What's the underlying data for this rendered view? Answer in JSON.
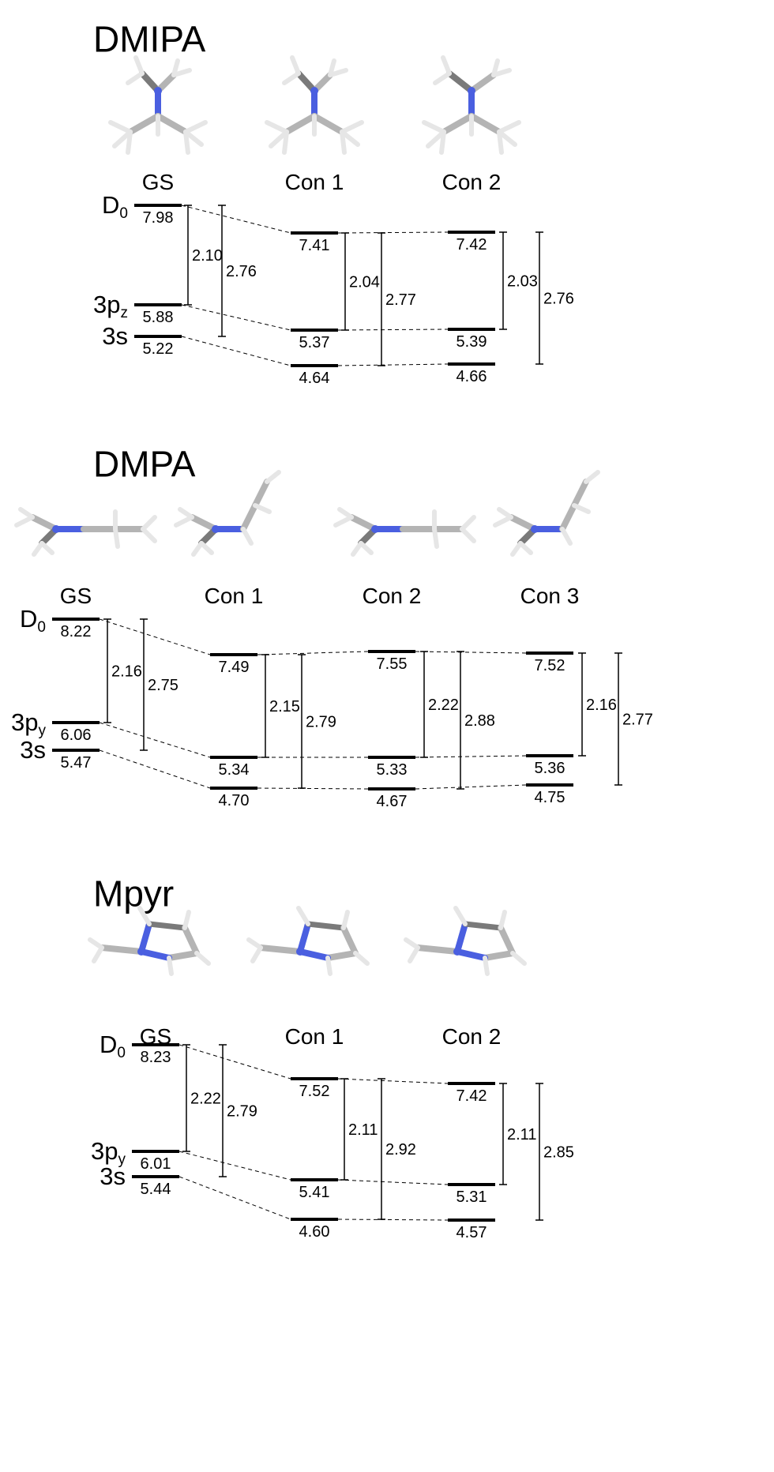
{
  "panels": [
    {
      "title": "DMIPA",
      "conformers": [
        "GS",
        "Con 1",
        "Con 2"
      ],
      "states": [
        {
          "main": "D",
          "sub": "0"
        },
        {
          "main": "3p",
          "sub": "z"
        },
        {
          "main": "3s",
          "sub": ""
        }
      ],
      "levels": [
        [
          "7.98",
          "5.88",
          "5.22"
        ],
        [
          "7.41",
          "5.37",
          "4.64"
        ],
        [
          "7.42",
          "5.39",
          "4.66"
        ]
      ],
      "gaps": [
        [
          "2.10",
          "2.76"
        ],
        [
          "2.04",
          "2.77"
        ],
        [
          "2.03",
          "2.76"
        ]
      ]
    },
    {
      "title": "DMPA",
      "conformers": [
        "GS",
        "Con 1",
        "Con 2",
        "Con 3"
      ],
      "states": [
        {
          "main": "D",
          "sub": "0"
        },
        {
          "main": "3p",
          "sub": "y"
        },
        {
          "main": "3s",
          "sub": ""
        }
      ],
      "levels": [
        [
          "8.22",
          "6.06",
          "5.47"
        ],
        [
          "7.49",
          "5.34",
          "4.70"
        ],
        [
          "7.55",
          "5.33",
          "4.67"
        ],
        [
          "7.52",
          "5.36",
          "4.75"
        ]
      ],
      "gaps": [
        [
          "2.16",
          "2.75"
        ],
        [
          "2.15",
          "2.79"
        ],
        [
          "2.22",
          "2.88"
        ],
        [
          "2.16",
          "2.77"
        ]
      ]
    },
    {
      "title": "Mpyr",
      "conformers": [
        "GS",
        "Con 1",
        "Con 2"
      ],
      "states": [
        {
          "main": "D",
          "sub": "0"
        },
        {
          "main": "3p",
          "sub": "y"
        },
        {
          "main": "3s",
          "sub": ""
        }
      ],
      "levels": [
        [
          "8.23",
          "6.01",
          "5.44"
        ],
        [
          "7.52",
          "5.41",
          "4.60"
        ],
        [
          "7.42",
          "5.31",
          "4.57"
        ]
      ],
      "gaps": [
        [
          "2.22",
          "2.79"
        ],
        [
          "2.11",
          "2.92"
        ],
        [
          "2.11",
          "2.85"
        ]
      ]
    }
  ],
  "colors": {
    "carbon": "#b4b4b4",
    "carbon_dark": "#7a7a7a",
    "hydrogen": "#e6e6e6",
    "nitrogen": "#4a5fe0",
    "line": "#000000"
  }
}
